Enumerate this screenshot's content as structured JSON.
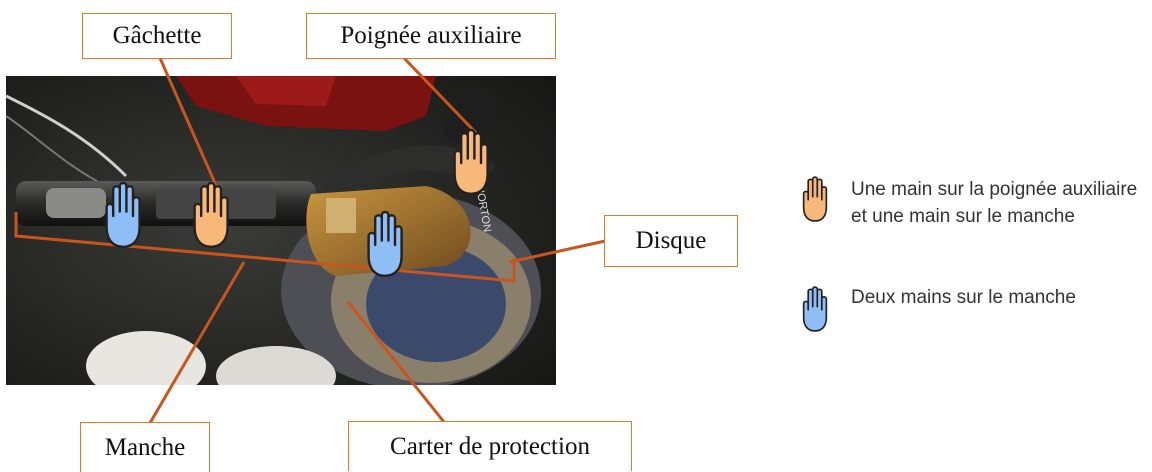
{
  "labels": {
    "gachette": "Gâchette",
    "poignee": "Poignée auxiliaire",
    "disque": "Disque",
    "manche": "Manche",
    "carter": "Carter de protection"
  },
  "legend": {
    "orange_text": "Une main sur la poignée auxiliaire et une main sur le manche",
    "blue_text": "Deux mains sur le manche"
  },
  "photo": {
    "disc_print": "NORTON"
  },
  "colors": {
    "connector": "#c8551f",
    "label_border": "#e0782c",
    "hand_orange": "#f7b87a",
    "hand_blue": "#8fbdf5",
    "hand_outline": "#222222"
  }
}
